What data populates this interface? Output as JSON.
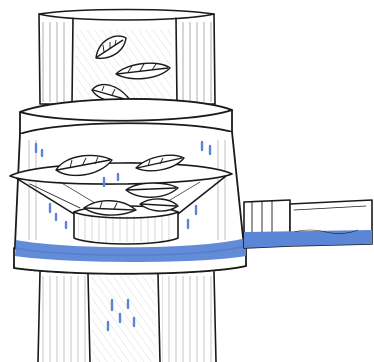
{
  "illustration": {
    "subject": "rainwater-downpipe-leaf-filter",
    "colors": {
      "ink": "#1a1a1a",
      "water": "#5b86d6",
      "paper": "#ffffff"
    },
    "elements": {
      "leaves_in_pipe": 3,
      "leaves_in_basket": 5
    }
  }
}
